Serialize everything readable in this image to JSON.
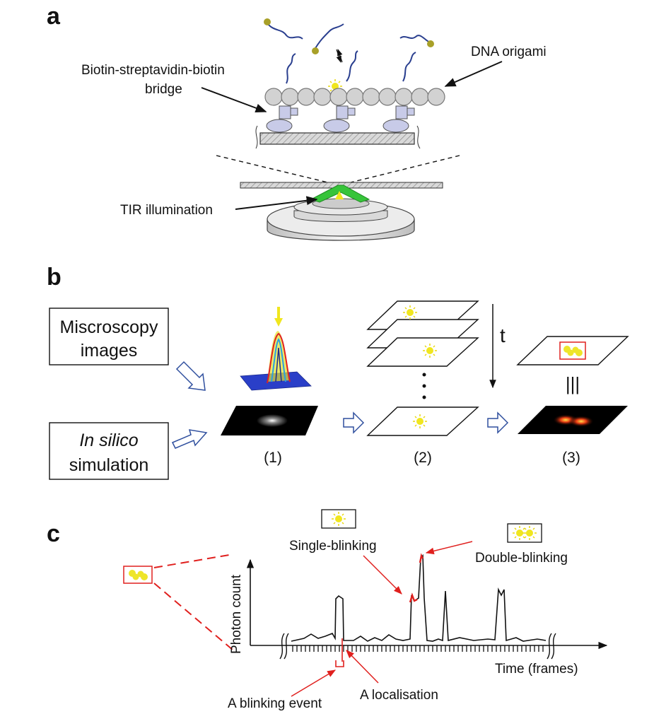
{
  "panels": {
    "a": "a",
    "b": "b",
    "c": "c"
  },
  "panel_a": {
    "label_bridge_line1": "Biotin-streptavidin-biotin",
    "label_bridge_line2": "bridge",
    "label_origami": "DNA origami",
    "label_tir": "TIR illumination"
  },
  "panel_b": {
    "box_top_line1": "Miscroscopy",
    "box_top_line2": "images",
    "box_bottom_line1": "In silico",
    "box_bottom_line2": "simulation",
    "step1": "(1)",
    "step2": "(2)",
    "step3": "(3)",
    "time_label": "t",
    "equivalence": "|||"
  },
  "panel_c": {
    "y_axis_label": "Photon count",
    "x_axis_label": "Time (frames)",
    "single_blinking": "Single-blinking",
    "double_blinking": "Double-blinking",
    "blinking_event": "A blinking event",
    "localisation": "A localisation"
  },
  "colors": {
    "accent_red": "#e0201e",
    "arrow_blue": "#2f4f9e",
    "dna_blue": "#2a3f8f",
    "fluor_yellow": "#f0e61e",
    "tir_green": "#37c43a",
    "streptavidin": "#c8cbe8"
  }
}
